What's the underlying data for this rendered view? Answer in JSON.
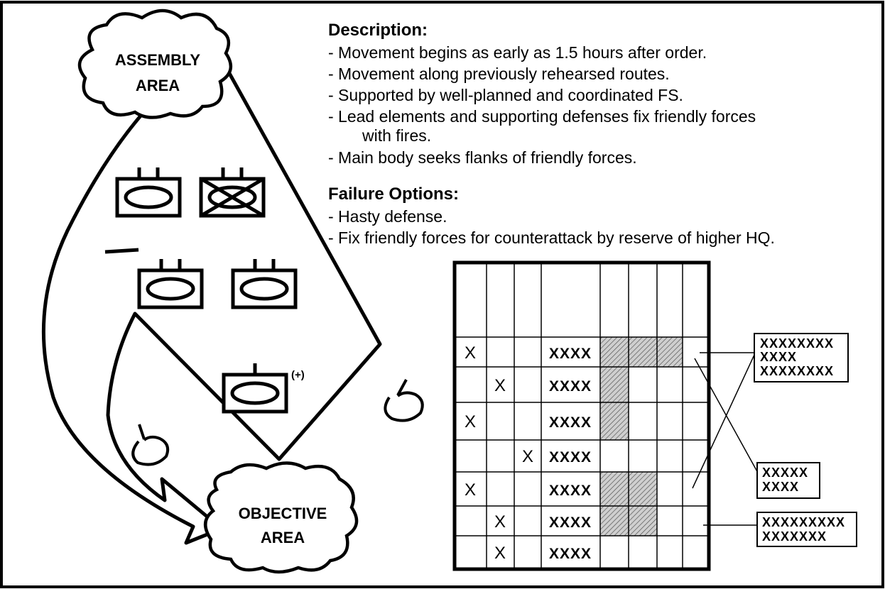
{
  "areas": {
    "assembly_line1": "ASSEMBLY",
    "assembly_line2": "AREA",
    "objective_line1": "OBJECTIVE",
    "objective_line2": "AREA"
  },
  "unit_markers": {
    "plus_label": "(+)"
  },
  "description": {
    "title": "Description:",
    "items": [
      "-  Movement begins as early as 1.5 hours after order.",
      "-  Movement along previously rehearsed routes.",
      "-  Supported by well-planned and coordinated FS.",
      "-  Lead elements and supporting defenses fix friendly forces",
      "with fires.",
      "-  Main body seeks flanks of friendly forces."
    ]
  },
  "failure_options": {
    "title": "Failure Options:",
    "items": [
      "-  Hasty defense.",
      "-  Fix friendly forces for counterattack by reserve of higher HQ."
    ]
  },
  "matrix": {
    "rows": [
      {
        "x": "X",
        "xcol": 0,
        "code": "XXXX"
      },
      {
        "x": "X",
        "xcol": 1,
        "code": "XXXX"
      },
      {
        "x": "X",
        "xcol": 0,
        "code": "XXXX"
      },
      {
        "x": "X",
        "xcol": 2,
        "code": "XXXX"
      },
      {
        "x": "X",
        "xcol": 0,
        "code": "XXXX"
      },
      {
        "x": "X",
        "xcol": 1,
        "code": "XXXX"
      },
      {
        "x": "X",
        "xcol": 1,
        "code": "XXXX"
      }
    ],
    "callouts": [
      {
        "lines": [
          "XXXXXXXX",
          "XXXX",
          "XXXXXXXX"
        ]
      },
      {
        "lines": [
          "XXXXX",
          "XXXX"
        ]
      },
      {
        "lines": [
          "XXXXXXXXX",
          "XXXXXXX"
        ]
      }
    ]
  }
}
